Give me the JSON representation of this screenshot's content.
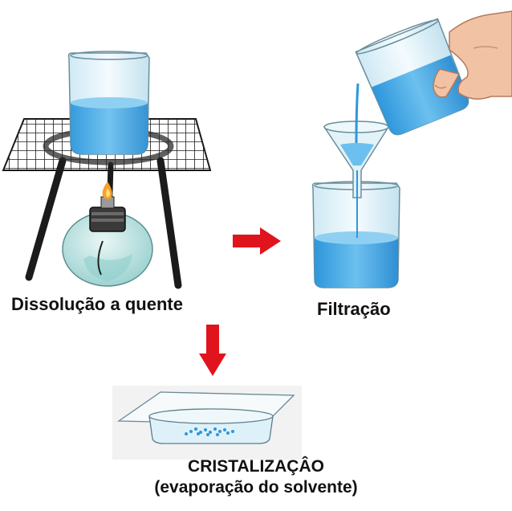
{
  "steps": {
    "dissolution": {
      "label": "Dissolução a quente"
    },
    "filtration": {
      "label": "Filtração"
    },
    "crystallization": {
      "label": "CRISTALIZAÇÂO",
      "sublabel": "(evaporação do solvente)"
    }
  },
  "colors": {
    "liquid": "#3fa9e8",
    "liquid_light": "#9fd4f3",
    "glass": "#dff1f8",
    "arrow": "#e0141c",
    "flame": "#f7a02a",
    "grid": "#1a1a1a",
    "skin": "#f2c2a4",
    "paper_bg": "#f2f2f2"
  },
  "icons": {
    "arrow_right": "arrow-right-icon",
    "arrow_down": "arrow-down-icon"
  }
}
